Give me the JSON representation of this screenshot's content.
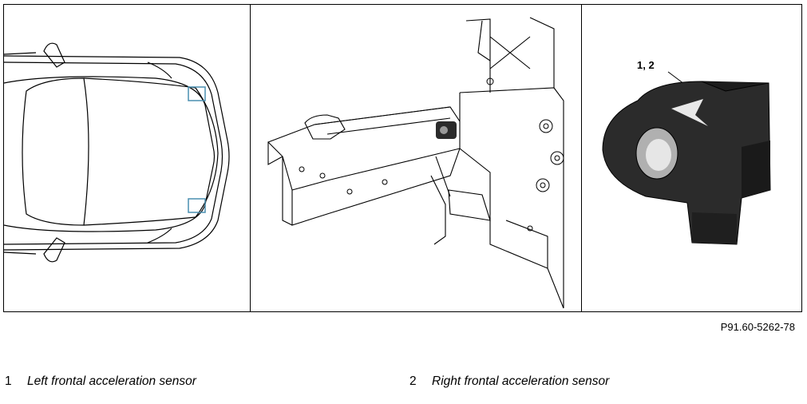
{
  "figure": {
    "id": "P91.60-5262-78",
    "callout": "1, 2"
  },
  "legend": [
    {
      "number": "1",
      "text": "Left frontal acceleration sensor"
    },
    {
      "number": "2",
      "text": "Right frontal acceleration sensor"
    }
  ],
  "colors": {
    "sensor_marker": "#4a8fb0",
    "sensor_body": "#2b2b2b"
  }
}
